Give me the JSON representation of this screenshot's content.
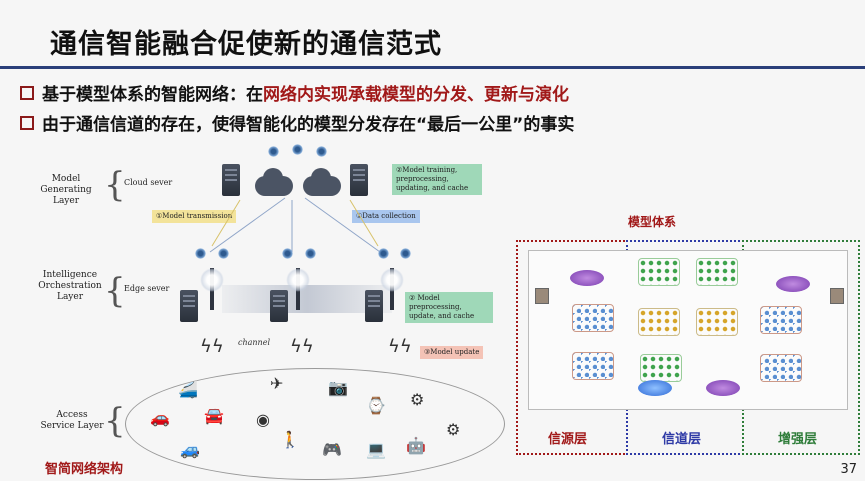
{
  "slide": {
    "title": "通信智能融合促使新的通信范式",
    "bullets": [
      {
        "prefix": "基于模型体系的智能网络：在",
        "highlight": "网络内实现承载模型的分发、更新与演化"
      },
      {
        "prefix": "由于通信信道的存在，使得智能化的模型分发存在“最后一公里”的事实"
      }
    ],
    "page_number": "37"
  },
  "diagram": {
    "layers": {
      "model_generating": "Model Generating Layer",
      "intelligence_orchestration": "Intelligence Orchestration Layer",
      "access_service": "Access Service Layer"
    },
    "cloud_sever": "Cloud sever",
    "edge_sever": "Edge sever",
    "channel": "channel",
    "tags": {
      "model_training": "②Model training, preprocessing, updating, and cache",
      "model_transmission": "①Model transmission",
      "data_collection": "①Data collection",
      "model_preprocessing": "② Model preprocessing, update, and cache",
      "model_update": "③Model update"
    },
    "caption": "智简网络架构"
  },
  "model_system": {
    "title": "模型体系",
    "panels": [
      "信源层",
      "信道层",
      "增强层"
    ],
    "colors": {
      "source": "#a11919",
      "channel": "#2e3aa6",
      "enhance": "#2f7d3a"
    }
  }
}
